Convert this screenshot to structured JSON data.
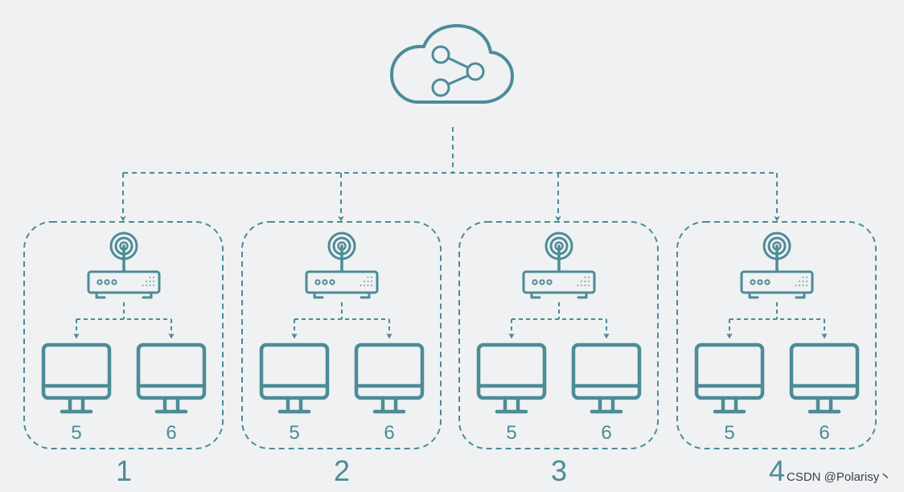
{
  "colors": {
    "stroke": "#4c8c96",
    "background": "#eff1f3",
    "watermark": "#3a3f45"
  },
  "cloud": {
    "icon": "cloud-share-icon"
  },
  "groups": [
    {
      "label": "1",
      "router_icon": "wifi-router-icon",
      "computers": [
        {
          "label": "5",
          "icon": "monitor-icon"
        },
        {
          "label": "6",
          "icon": "monitor-icon"
        }
      ]
    },
    {
      "label": "2",
      "router_icon": "wifi-router-icon",
      "computers": [
        {
          "label": "5",
          "icon": "monitor-icon"
        },
        {
          "label": "6",
          "icon": "monitor-icon"
        }
      ]
    },
    {
      "label": "3",
      "router_icon": "wifi-router-icon",
      "computers": [
        {
          "label": "5",
          "icon": "monitor-icon"
        },
        {
          "label": "6",
          "icon": "monitor-icon"
        }
      ]
    },
    {
      "label": "4",
      "router_icon": "wifi-router-icon",
      "computers": [
        {
          "label": "5",
          "icon": "monitor-icon"
        },
        {
          "label": "6",
          "icon": "monitor-icon"
        }
      ]
    }
  ],
  "watermark": "CSDN @Polarisy丶"
}
